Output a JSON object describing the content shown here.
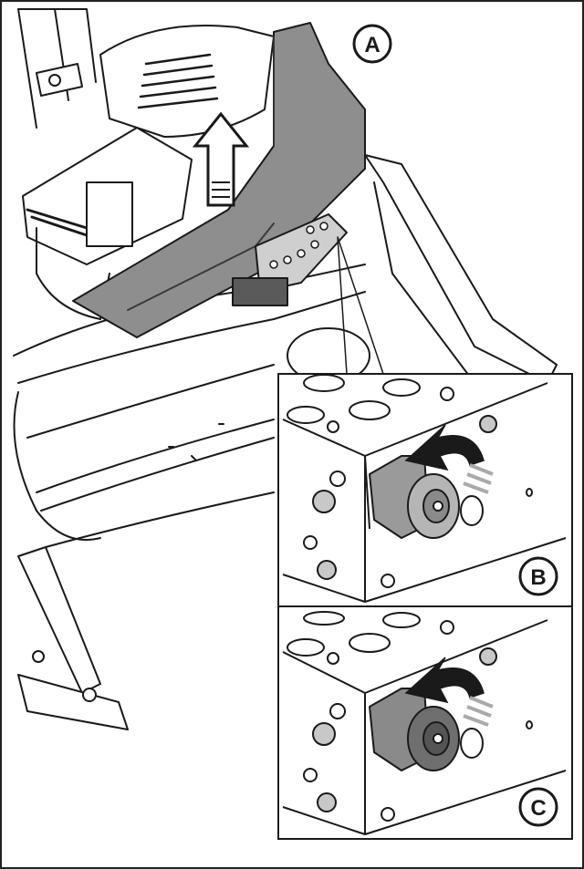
{
  "callouts": {
    "main": "A",
    "detail_top": "B",
    "detail_bottom": "C"
  },
  "colors": {
    "line": "#1a1a1a",
    "cover_fill": "#8e8e8e",
    "cover_shade": "#6f6f6f",
    "part_dark": "#5a5a5a",
    "part_mid": "#9a9a9a",
    "part_light": "#c8c8c8",
    "background": "#ffffff"
  },
  "icons": [
    "up-arrow-icon",
    "rotate-counterclockwise-icon"
  ]
}
